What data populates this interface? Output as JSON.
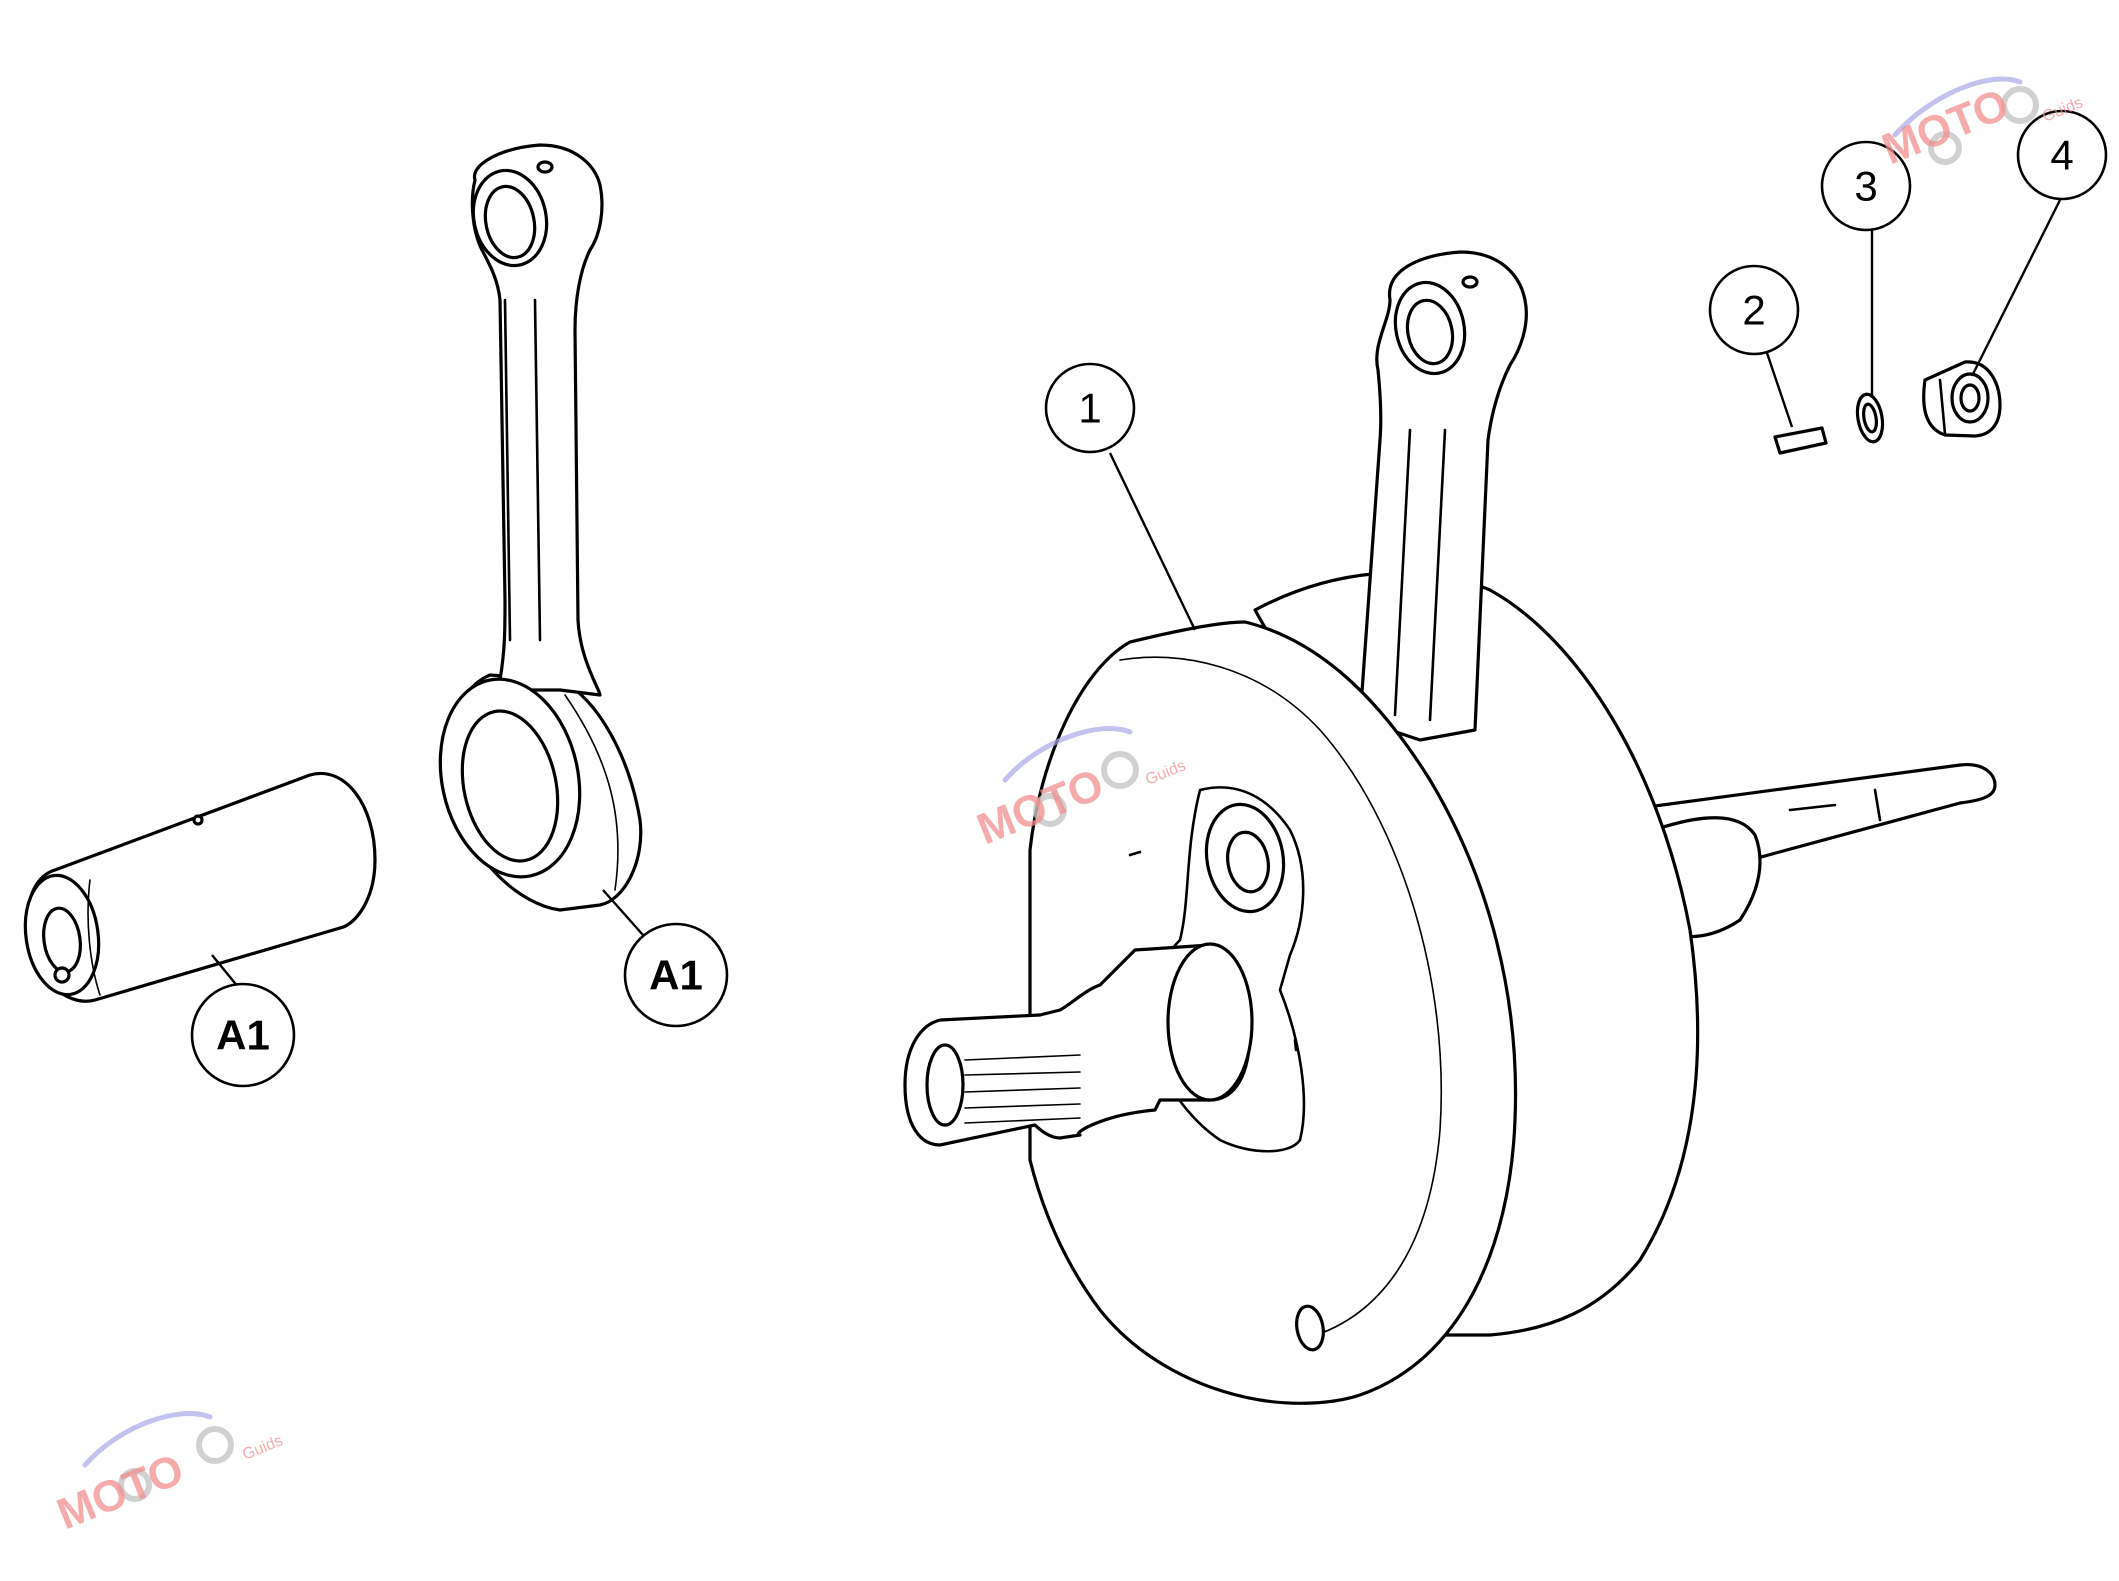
{
  "diagram": {
    "callouts": [
      {
        "id": "1",
        "label": "1"
      },
      {
        "id": "2",
        "label": "2"
      },
      {
        "id": "3",
        "label": "3"
      },
      {
        "id": "4",
        "label": "4"
      },
      {
        "id": "a1-pin",
        "label": "A1"
      },
      {
        "id": "a1-rod",
        "label": "A1"
      }
    ],
    "watermark": {
      "brand": "MOTO",
      "sub": "Guids",
      "colors": {
        "text": "#f28f8f",
        "swoosh": "#a9a6e6",
        "gear": "#c6c6c6"
      }
    },
    "colors": {
      "line": "#000000",
      "background": "#ffffff"
    }
  }
}
